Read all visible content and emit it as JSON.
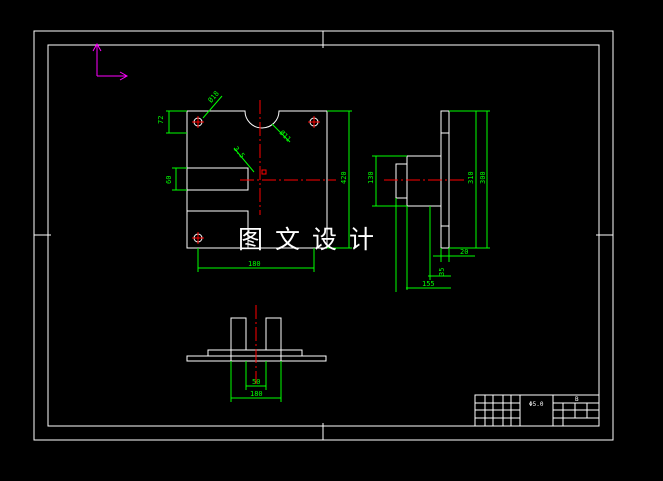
{
  "colors": {
    "background": "#000000",
    "outline": "#ffffff",
    "dimension": "#00ff00",
    "centerline": "#ff0000",
    "ucs": "#ff00ff"
  },
  "watermark": {
    "text": "图文设计"
  },
  "views": {
    "front": {
      "dims": {
        "d1": "72",
        "d2": "Ø18",
        "d3": "Ø11",
        "d4": "3.5",
        "d5": "60",
        "d6": "420",
        "d7": "180"
      }
    },
    "side": {
      "dims": {
        "d1": "130",
        "d2": "310",
        "d3": "300",
        "d4": "20",
        "d5": "35",
        "d6": "155"
      }
    },
    "top": {
      "dims": {
        "d1": "50",
        "d2": "180"
      }
    }
  },
  "title_block": {
    "part_name": "Φ5.0",
    "top_mark": "B"
  }
}
